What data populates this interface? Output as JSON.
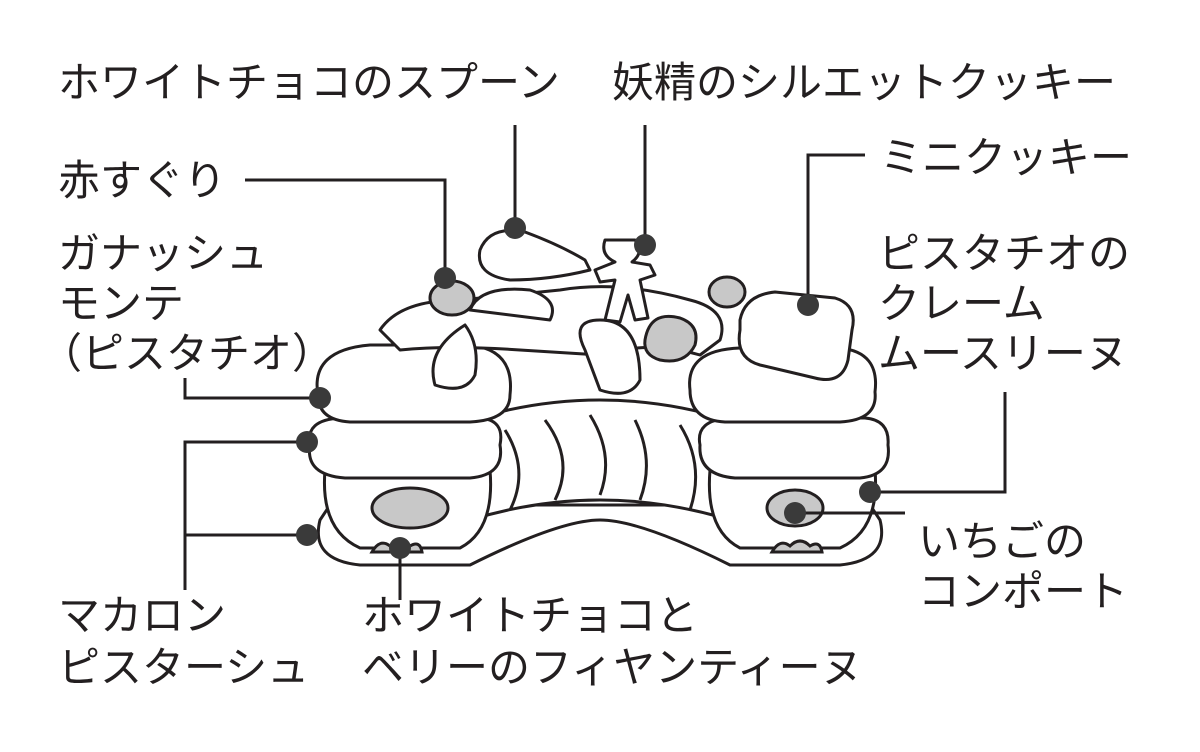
{
  "labels": {
    "spoon": "ホワイトチョコのスプーン",
    "fairy_cookie": "妖精のシルエットクッキー",
    "red_currant": "赤すぐり",
    "mini_cookie": "ミニクッキー",
    "ganache": [
      "ガナッシュ",
      "モンテ",
      "（ピスタチオ）"
    ],
    "pistachio_cream": [
      "ピスタチオの",
      "クレーム",
      "ムースリーヌ"
    ],
    "strawberry": [
      "いちごの",
      "コンポート"
    ],
    "macaron": [
      "マカロン",
      "ピスターシュ"
    ],
    "feuilletine": [
      "ホワイトチョコと",
      "ベリーのフィヤンティーヌ"
    ]
  }
}
